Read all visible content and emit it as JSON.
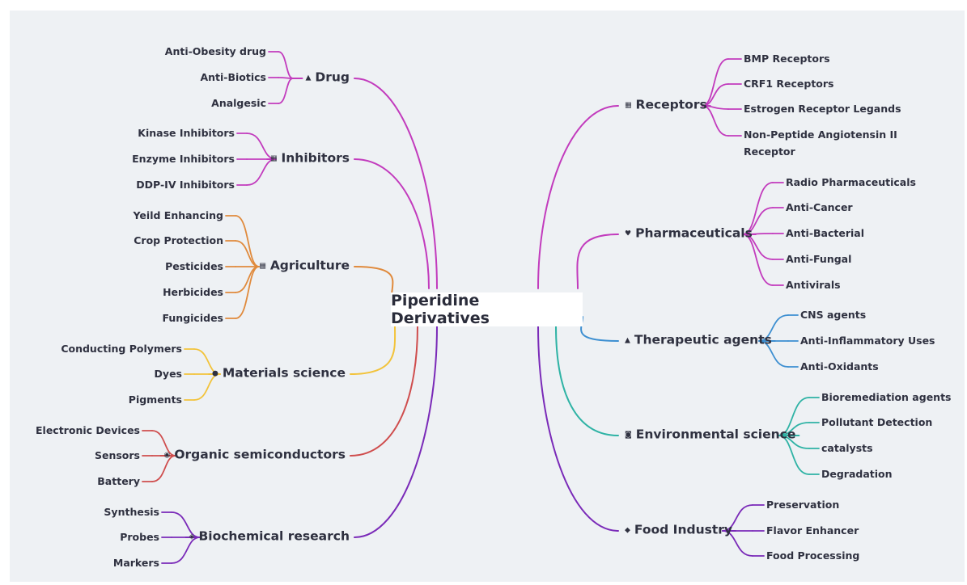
{
  "root": {
    "label": "Piperidine Derivatives"
  },
  "branches": [
    {
      "label": "Drug",
      "icon": "triangle-icon",
      "glyph": "▲",
      "color": "#c23bbd",
      "children": [
        "Anti-Obesity drug",
        "Anti-Biotics",
        "Analgesic"
      ]
    },
    {
      "label": "Inhibitors",
      "icon": "grid-icon",
      "glyph": "▦",
      "color": "#c23bbd",
      "children": [
        "Kinase Inhibitors",
        "Enzyme Inhibitors",
        "DDP-IV Inhibitors"
      ]
    },
    {
      "label": "Agriculture",
      "icon": "grid-icon",
      "glyph": "▦",
      "color": "#e08a3c",
      "children": [
        "Yeild Enhancing",
        "Crop Protection",
        "Pesticides",
        "Herbicides",
        "Fungicides"
      ]
    },
    {
      "label": "Materials science",
      "icon": "apple-icon",
      "glyph": "●",
      "color": "#f2c33b",
      "children": [
        "Conducting Polymers",
        "Dyes",
        "Pigments"
      ]
    },
    {
      "label": "Organic semiconductors",
      "icon": "chip-icon",
      "glyph": "◉",
      "color": "#cf4d4d",
      "children": [
        "Electronic Devices",
        "Sensors",
        "Battery"
      ]
    },
    {
      "label": "Biochemical research",
      "icon": "shield-icon",
      "glyph": "◈",
      "color": "#7a2ab8",
      "children": [
        "Synthesis",
        "Probes",
        "Markers"
      ]
    },
    {
      "label": "Receptors",
      "icon": "grid-icon",
      "glyph": "▦",
      "color": "#c23bbd",
      "children": [
        "BMP Receptors",
        "CRF1 Receptors",
        "Estrogen Receptor Legands",
        "Non-Peptide Angiotensin II Receptor"
      ]
    },
    {
      "label": "Pharmaceuticals",
      "icon": "heart-icon",
      "glyph": "♥",
      "color": "#c23bbd",
      "children": [
        "Radio Pharmaceuticals",
        "Anti-Cancer",
        "Anti-Bacterial",
        "Anti-Fungal",
        "Antivirals"
      ]
    },
    {
      "label": "Therapeutic agents",
      "icon": "triangle-icon",
      "glyph": "▲",
      "color": "#3d8fd1",
      "children": [
        "CNS agents",
        "Anti-Inflammatory Uses",
        "Anti-Oxidants"
      ]
    },
    {
      "label": "Environmental science",
      "icon": "leaf-icon",
      "glyph": "◙",
      "color": "#2fb3a5",
      "children": [
        "Bioremediation agents",
        "Pollutant Detection",
        "catalysts",
        "Degradation"
      ]
    },
    {
      "label": "Food Industry",
      "icon": "food-icon",
      "glyph": "◆",
      "color": "#7a2ab8",
      "children": [
        "Preservation",
        "Flavor Enhancer",
        "Food Processing"
      ]
    }
  ]
}
